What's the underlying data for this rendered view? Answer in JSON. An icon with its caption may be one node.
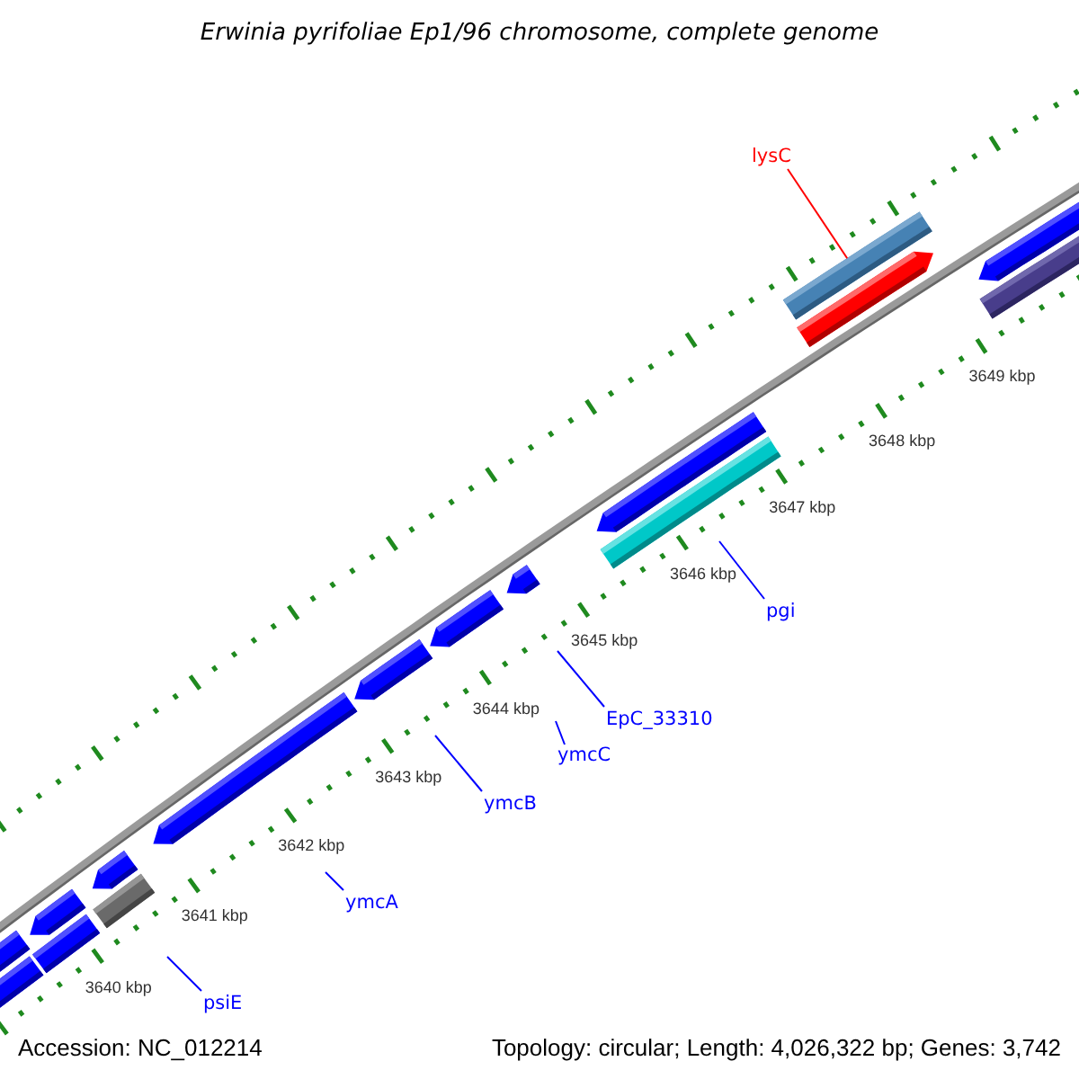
{
  "diagram": {
    "title": "Erwinia pyrifoliae Ep1/96 chromosome, complete genome",
    "nodes": [
      {
        "text": [
          "lysC"
        ]
      },
      {
        "text": [],
        "shape": "bar"
      },
      {
        "text": [
          "pgi"
        ]
      },
      {
        "text": [
          "EpC_33310"
        ]
      },
      {
        "text": [
          "ymcC"
        ]
      },
      {
        "text": [
          "ymcB"
        ]
      },
      {
        "text": [
          "ymcA"
        ]
      },
      {
        "text": [
          "psiE"
        ]
      }
    ],
    "edges": [
      {
        "from": 0,
        "to": 1,
        "arrow": "none",
        "color": "#ff0000"
      },
      {
        "from": 2,
        "to": null,
        "arrow": "none"
      },
      {
        "from": 3,
        "to": null,
        "arrow": "none"
      },
      {
        "from": 4,
        "to": null,
        "arrow": "none"
      },
      {
        "from": 5,
        "to": null,
        "arrow": "none"
      },
      {
        "from": 6,
        "to": null,
        "arrow": "none"
      },
      {
        "from": 7,
        "to": null,
        "arrow": "none"
      }
    ],
    "labels": [
      "3649 kbp",
      "3648 kbp",
      "3647 kbp",
      "3646 kbp",
      "3645 kbp",
      "3644 kbp",
      "3643 kbp",
      "3642 kbp",
      "3641 kbp",
      "3640 kbp",
      "Accession: NC_012214",
      "Topology: circular; Length: 4,026,322 bp; Genes: 3,742"
    ]
  }
}
